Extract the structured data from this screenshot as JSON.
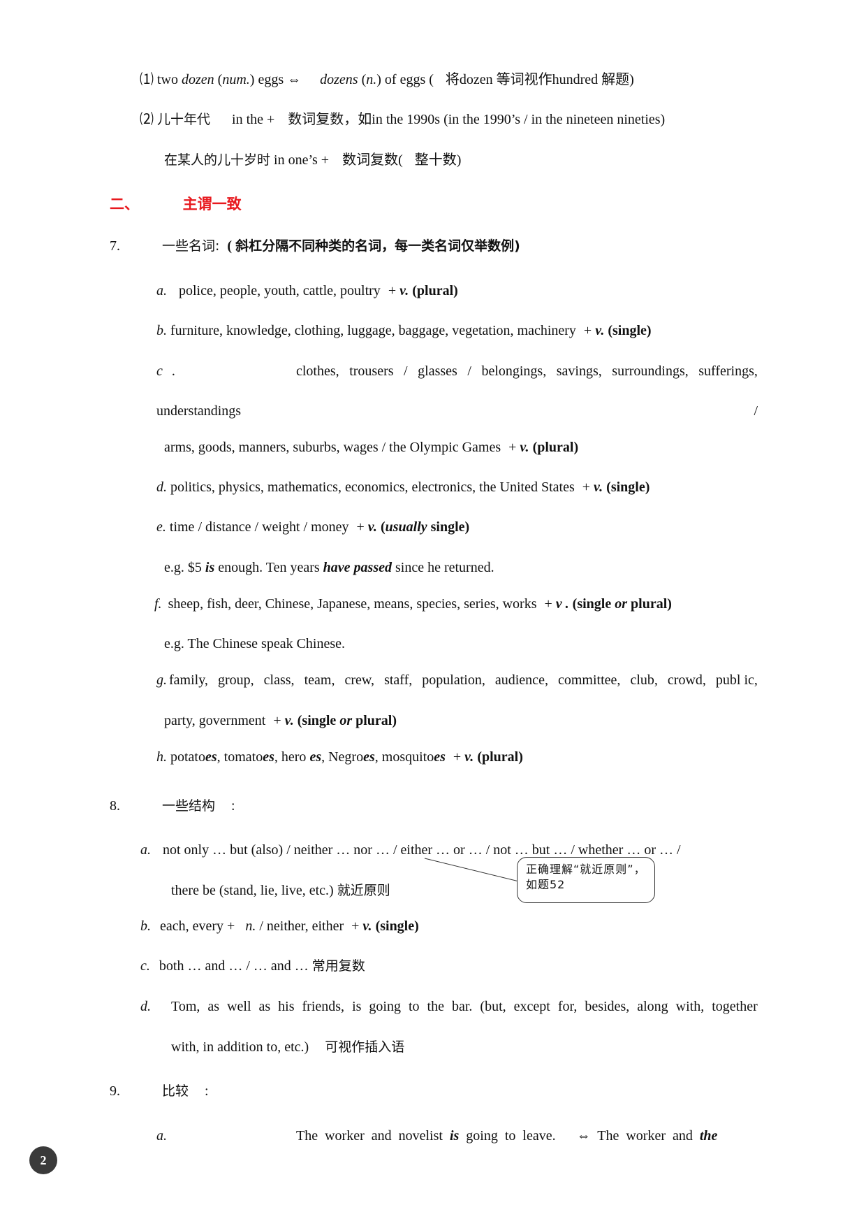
{
  "section1": {
    "item1": {
      "num": "⑴",
      "t1": "two ",
      "t2": "dozen",
      "t3": " (",
      "t4": "num.",
      "t5": ") eggs ",
      "arrow": "⇔",
      "t6": "dozens",
      "t7": " (",
      "t8": "n.",
      "t9": ") of eggs (",
      "t10": "将dozen 等词视作hundred 解题)"
    },
    "item2": {
      "num": "⑵",
      "t1": "儿十年代",
      "t2": "in the +",
      "t3": "数词复数，如in the 1990s (in the 1990’s / in the nineteen nineties)"
    },
    "item3": {
      "t1": "在某人的儿十岁时",
      "t2": "in one’s +",
      "t3": "数词复数(",
      "t4": "整十数)"
    }
  },
  "heading2": {
    "num": "二、",
    "title": "主谓一致"
  },
  "q7": {
    "num": "7.",
    "intro": "一些名词:",
    "intro_paren": "(",
    "intro_bold": "斜杠分隔不同种类的名词，每一类名词仅举数例)",
    "a": {
      "label": "a.",
      "text": "police, people, youth, cattle, poultry",
      "plus": "+",
      "v": "v.",
      "tag": "(plural)"
    },
    "b": {
      "label": "b.",
      "text": "furniture, knowledge, clothing, luggage, baggage, vegetation, machinery",
      "plus": "+",
      "v": "v.",
      "tag": "(single)"
    },
    "c": {
      "label": "c",
      "dot": ".",
      "words": [
        "clothes,",
        "trousers",
        "/",
        "glasses",
        "/",
        "belongings,",
        "savings,",
        "surroundings,",
        "sufferings,"
      ],
      "line2_left": "understandings",
      "line2_right": "/",
      "line3": "arms, goods, manners, suburbs, wages / the Olympic Games",
      "plus": "+",
      "v": "v.",
      "tag": "(plural)"
    },
    "d": {
      "label": "d.",
      "text": "politics, physics, mathematics, economics, electronics, the United States",
      "plus": "+",
      "v": "v.",
      "tag": "(single)"
    },
    "e": {
      "label": "e.",
      "text": "time / distance / weight / money",
      "plus": "+",
      "v": "v.",
      "tag_open": "(",
      "tag_italic": "usually",
      "tag_close": " single)",
      "eg1": "e.g. $5 ",
      "eg_is": "is",
      "eg2": " enough.  Ten years ",
      "eg_have": "have passed",
      "eg3": " since he returned."
    },
    "f": {
      "label": "f.",
      "text": "sheep, fish, deer, Chinese, Japanese, means, species, series, works",
      "plus": "+",
      "v": "v .",
      "tag_a": "(single ",
      "tag_or": "or",
      "tag_b": " plural)",
      "eg": "e.g. The Chinese speak Chinese."
    },
    "g": {
      "label": "g.",
      "words": [
        "family,",
        "group,",
        "class,",
        "team,",
        "crew,",
        "staff,",
        "population,",
        "audience,",
        "committee,",
        "club,",
        "crowd,",
        "publ ic,"
      ],
      "line2": "party, government",
      "plus": "+",
      "v": "v.",
      "tag_a": "(single ",
      "tag_or": "or",
      "tag_b": " plural)"
    },
    "h": {
      "label": "h.",
      "w1a": "potato",
      "w1b": "es",
      "w2a": ", tomato",
      "w2b": "es",
      "w3a": ", hero",
      "w3b": "es",
      "w4a": ", Negro",
      "w4b": "es",
      "w5a": ", mosquito",
      "w5b": "es",
      "plus": "+",
      "v": "v.",
      "tag": "(plural)"
    }
  },
  "q8": {
    "num": "8.",
    "intro": "一些结构",
    "colon": ":",
    "a": {
      "label": "a.",
      "line1": "not only … but (also) / neither … nor … / either … or … / not … but … / whether … or … /",
      "line2": "there be (stand, lie, live, etc.)",
      "line2_cjk": "就近原则"
    },
    "callout": "正确理解“就近原则”，如题52",
    "b": {
      "label": "b.",
      "t1": "each, every +",
      "t2": "n.",
      "t3": " / neither, either",
      "plus": "+",
      "v": "v.",
      "tag": "(single)"
    },
    "c": {
      "label": "c.",
      "text": "both … and  … / … and …",
      "cjk": "常用复数"
    },
    "d": {
      "label": "d.",
      "words": [
        "Tom,",
        "as",
        "well",
        "as",
        "his",
        "friends,",
        "is",
        "going",
        "to",
        "the",
        "bar.",
        "(but,",
        "except",
        "for,",
        "besides,",
        "along",
        "with,",
        "together"
      ],
      "line2": "with, in addition to, etc.)",
      "line2_cjk": "可视作插入语"
    }
  },
  "q9": {
    "num": "9.",
    "intro": "比较",
    "colon": ":",
    "a": {
      "label": "a.",
      "t1": "The worker and novelist ",
      "is": "is",
      "t2": " going to leave.",
      "arrow": "⇔",
      "t3": "The worker and ",
      "the": "the"
    }
  },
  "page_number": "2"
}
